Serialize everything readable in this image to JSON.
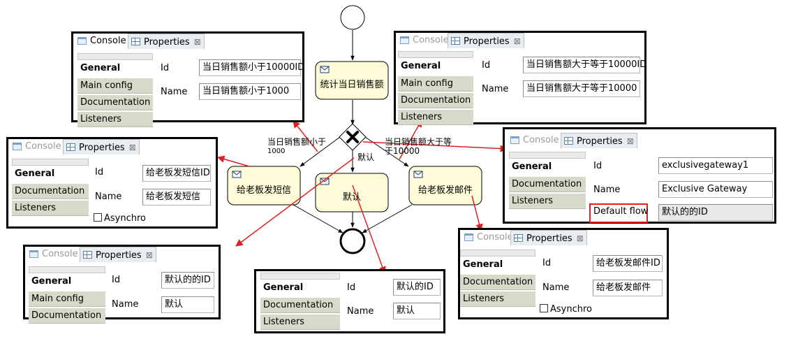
{
  "diagram": {
    "tasks": {
      "stat_sales": "统计当日销售额",
      "sms_boss": "给老板发短信",
      "default_task": "默认",
      "email_boss": "给老板发邮件"
    },
    "flow_labels": {
      "less_line1": "当日销售额小于",
      "less_line2": "1000",
      "greater_line1": "当日销售额大于等",
      "greater_line2": "于10000",
      "default_label": "默认"
    },
    "colors": {
      "task_fill": "#fdfbd8",
      "arrow": "#e02020",
      "frame": "#000000"
    }
  },
  "common": {
    "console_tab": "Console",
    "properties_tab": "Properties",
    "close_glyph": "⊠",
    "general": "General",
    "main_config": "Main config",
    "documentation": "Documentation",
    "listeners": "Listeners",
    "id_label": "Id",
    "name_label": "Name",
    "asynchronous": "Asynchro",
    "default_flow": "Default flow"
  },
  "panels": {
    "less_flow": {
      "id": "当日销售额小于10000ID",
      "name": "当日销售额小于1000"
    },
    "greater_flow": {
      "id": "当日销售额大于等于10000ID",
      "name": "当日销售额大于等于10000"
    },
    "sms_task": {
      "id": "给老板发短信ID",
      "name": "给老板发短信"
    },
    "gateway": {
      "id": "exclusivegateway1",
      "name": "Exclusive Gateway",
      "default_flow": "默认的的ID"
    },
    "default_flow_panel": {
      "id": "默认的的ID",
      "name": "默认"
    },
    "default_task_panel": {
      "id": "默认的ID",
      "name": "默认"
    },
    "email_task": {
      "id": "给老板发邮件ID",
      "name": "给老板发邮件"
    }
  }
}
